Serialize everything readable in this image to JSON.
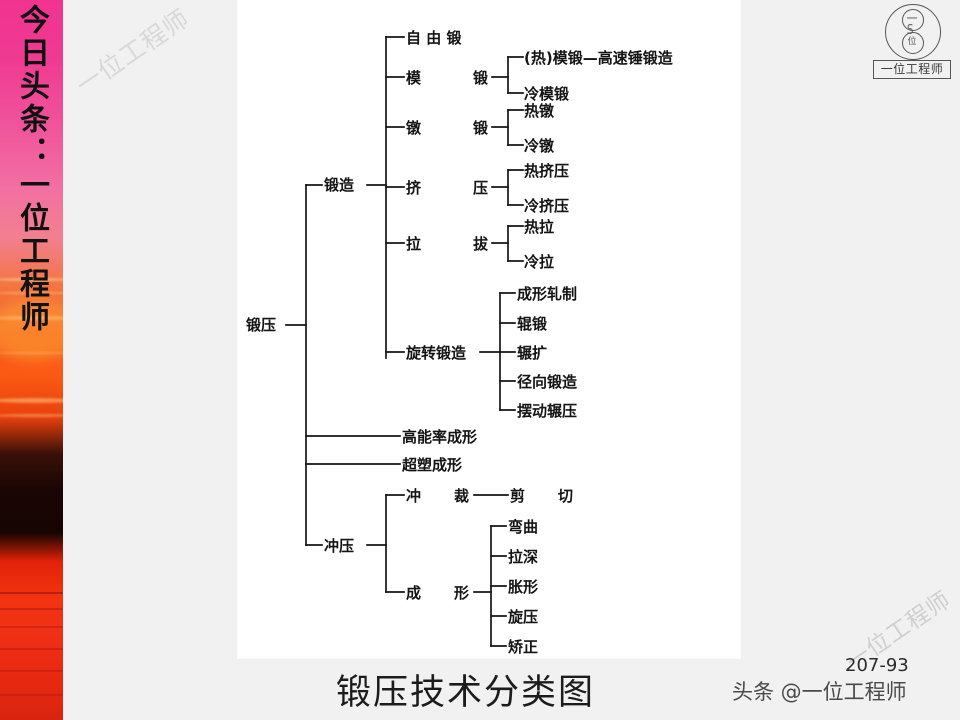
{
  "sidebar": {
    "title": "今日头条：一位工程师"
  },
  "watermarks": {
    "diagonal_top": "一位工程师",
    "diagonal_bottom": "一位工程师",
    "bottom_right": "头条 @一位工程师"
  },
  "logo": {
    "char_top": "一",
    "char_bottom": "位",
    "connector": "S",
    "label": "一位工程师"
  },
  "caption": "锻压技术分类图",
  "page_number": "207-93",
  "diagram": {
    "root": "锻压",
    "nodes": {
      "forging": "锻造",
      "free_forging": "自 由 锻",
      "die_forging": "模",
      "die_forging_2": "锻",
      "die_hot": "(热)模锻—高速锤锻造",
      "die_cold": "冷模锻",
      "upsetting": "镦",
      "upsetting_2": "锻",
      "upset_hot": "热镦",
      "upset_cold": "冷镦",
      "extrusion": "挤",
      "extrusion_2": "压",
      "extru_hot": "热挤压",
      "extru_cold": "冷挤压",
      "drawing": "拉",
      "drawing_2": "拔",
      "draw_hot": "热拉",
      "draw_cold": "冷拉",
      "rotary": "旋转锻造",
      "rot_1": "成形轧制",
      "rot_2": "辊锻",
      "rot_3": "辗扩",
      "rot_4": "径向锻造",
      "rot_5": "摆动辗压",
      "high_energy": "高能率成形",
      "superplastic": "超塑成形",
      "stamping": "冲压",
      "blanking": "冲",
      "blanking_2": "裁",
      "shearing": "剪",
      "shearing_2": "切",
      "forming": "成",
      "forming_2": "形",
      "form_1": "弯曲",
      "form_2": "拉深",
      "form_3": "胀形",
      "form_4": "旋压",
      "form_5": "矫正"
    }
  }
}
